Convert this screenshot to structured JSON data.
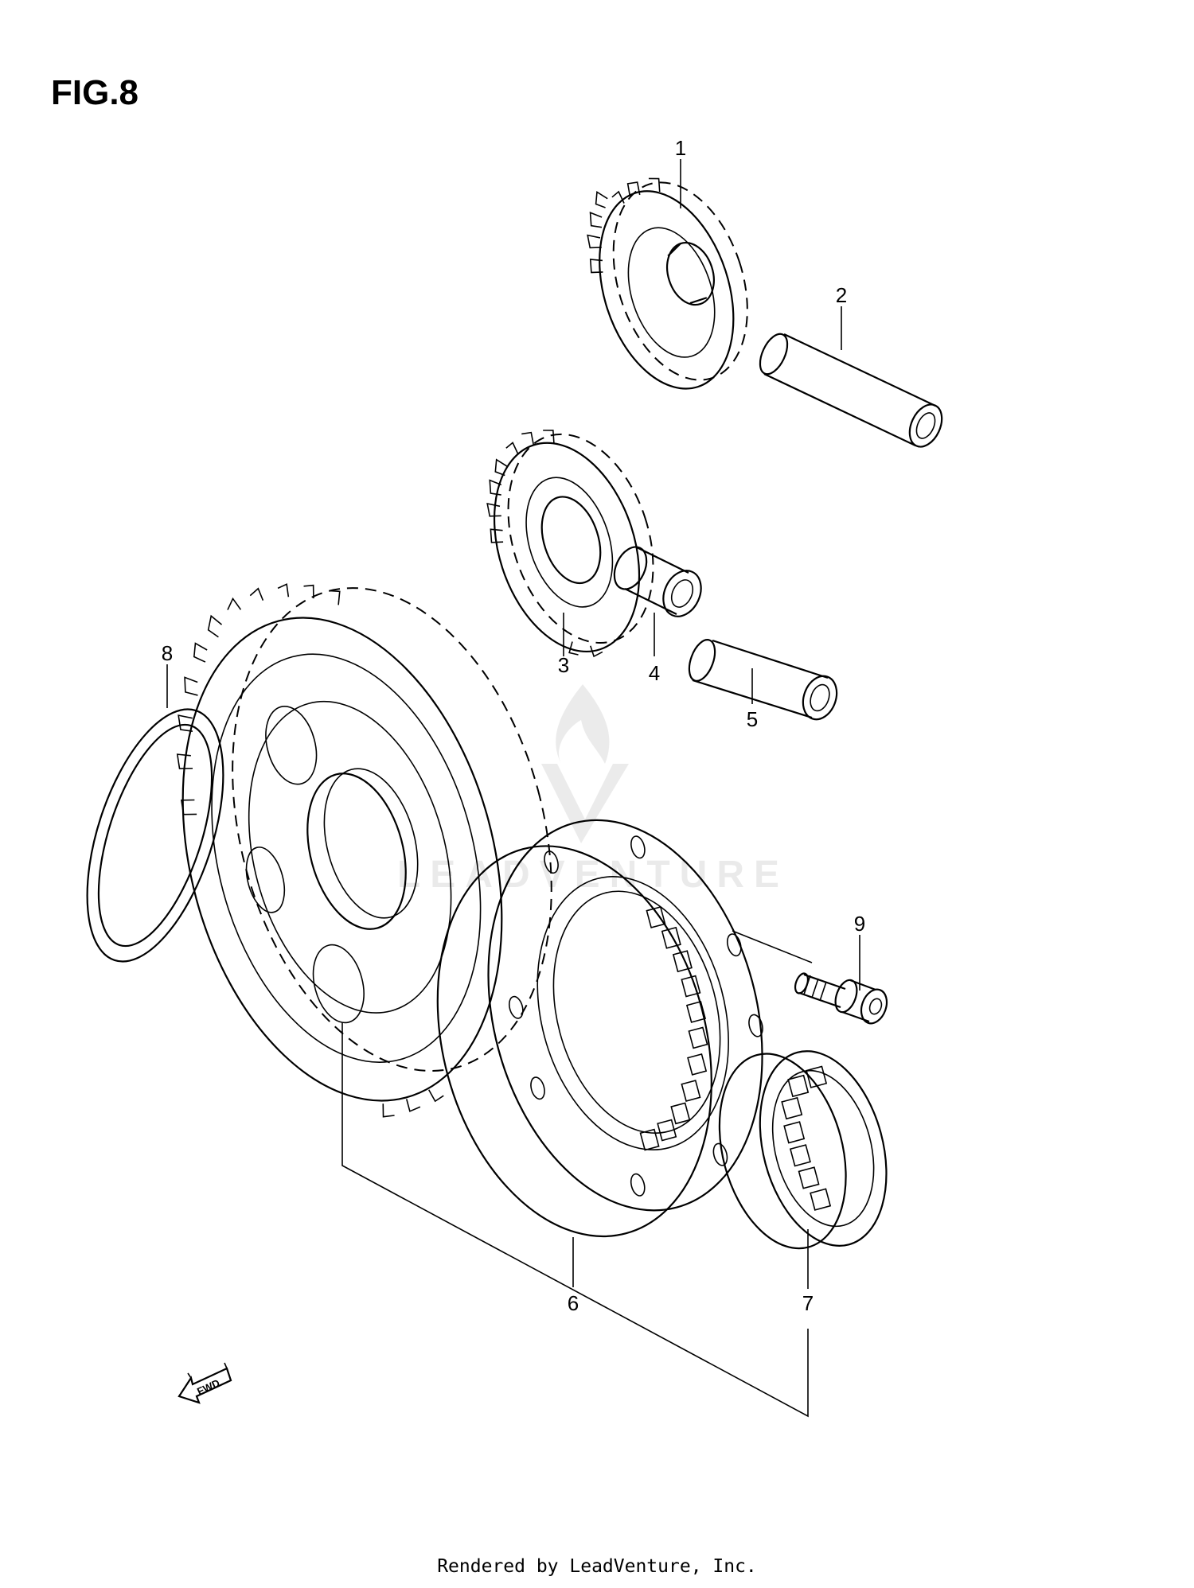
{
  "figure": {
    "title": "FIG.8"
  },
  "callouts": [
    "1",
    "2",
    "3",
    "4",
    "5",
    "6",
    "7",
    "8",
    "9"
  ],
  "fwd_label": "FWD",
  "watermark": {
    "text": "LEADVENTURE"
  },
  "footer": {
    "text": "Rendered by LeadVenture, Inc."
  },
  "colors": {
    "line": "#000000",
    "background": "#ffffff"
  }
}
